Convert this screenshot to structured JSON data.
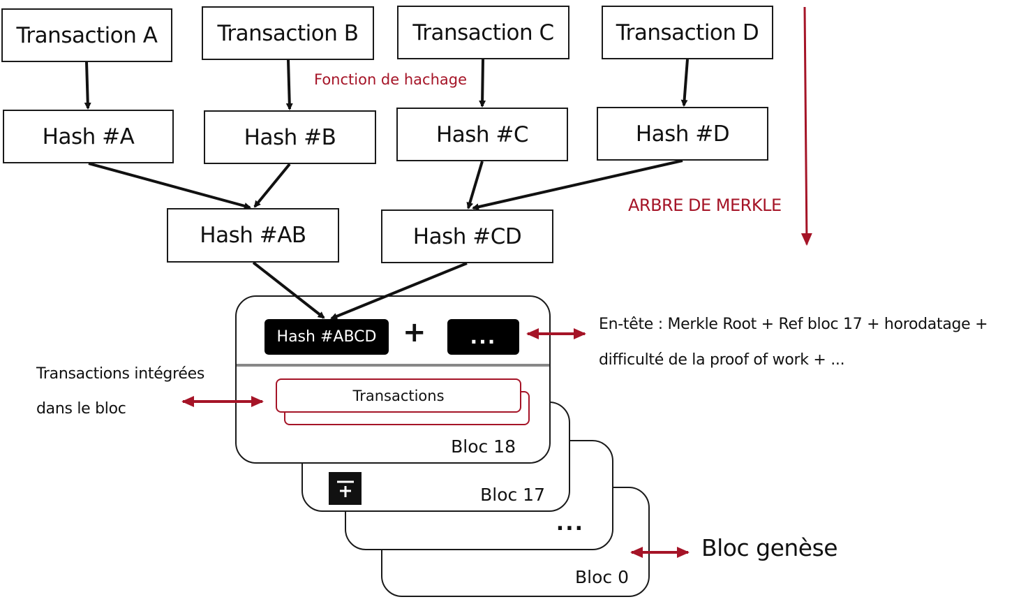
{
  "tree": {
    "transactions": [
      "Transaction A",
      "Transaction B",
      "Transaction C",
      "Transaction D"
    ],
    "leaf_hashes": [
      "Hash #A",
      "Hash #B",
      "Hash #C",
      "Hash #D"
    ],
    "pair_hashes": [
      "Hash #AB",
      "Hash #CD"
    ],
    "hash_function_label": "Fonction de hachage",
    "tree_label": "ARBRE DE MERKLE"
  },
  "block18": {
    "root_hash": "Hash #ABCD",
    "plus": "+",
    "ellipsis": "...",
    "transactions_label": "Transactions",
    "label": "Bloc 18"
  },
  "chain": {
    "bloc17": "Bloc 17",
    "middle": "...",
    "bloc0": "Bloc 0",
    "plus_icon": "plus-icon"
  },
  "notes": {
    "header_line1": "En-tête : Merkle Root + Ref bloc 17 + horodatage +",
    "header_line2": "difficulté de la proof of work + ...",
    "tx_line1": "Transactions intégrées",
    "tx_line2": "dans le bloc",
    "genesis": "Bloc genèse"
  },
  "colors": {
    "accent_red": "#a51427",
    "ink": "#111111"
  }
}
